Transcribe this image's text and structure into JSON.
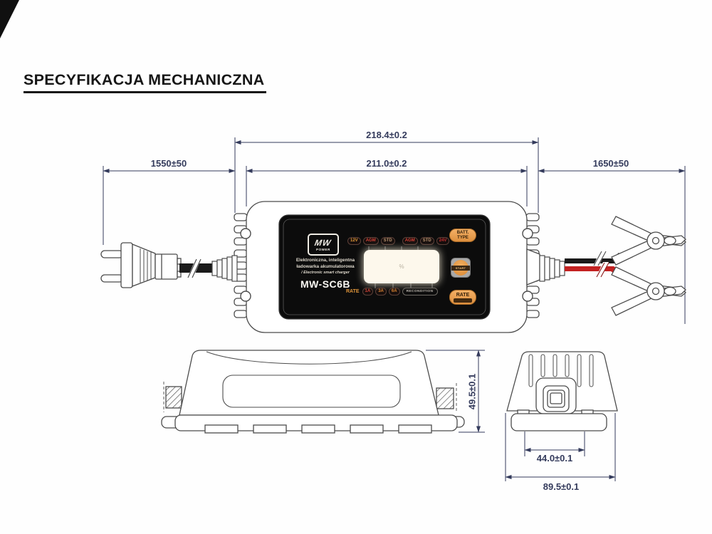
{
  "title": "SPECYFIKACJA MECHANICZNA",
  "dimensions": {
    "overall_width": "218.4±0.2",
    "panel_width": "211.0±0.2",
    "input_cable": "1550±50",
    "output_cable": "1650±50",
    "height": "49.5±0.1",
    "connector_width": "44.0±0.1",
    "body_depth": "89.5±0.1"
  },
  "panel": {
    "logo_top": "MW",
    "logo_bottom": "POWER",
    "desc1": "Elektroniczna, inteligentna",
    "desc2": "ładowarka akumulatorowa",
    "desc3": "/ Electronic smart charger",
    "model": "MW-SC6B",
    "display_symbol": "%",
    "voltage_mode_leds": [
      "12V",
      "AGM",
      "STD",
      "AGM",
      "STD",
      "24V"
    ],
    "rate_label": "RATE",
    "rate_leds": [
      "1A",
      "3A",
      "6A"
    ],
    "recondition_label": "RECONDITION",
    "batt_type_button_line1": "BATT.",
    "batt_type_button_line2": "TYPE",
    "start_button": "START",
    "rate_button": "RATE"
  },
  "colors": {
    "dimension_lines": "#343b5c",
    "drawing_lines": "#4c4c4c",
    "panel_background": "#0c0c0c",
    "button_orange": "#e89a44",
    "wire_red": "#c32222",
    "wire_black": "#1a1a1a",
    "led_red": "#d64438",
    "led_amber": "#e29a38",
    "led_tan": "#bf9a74"
  }
}
